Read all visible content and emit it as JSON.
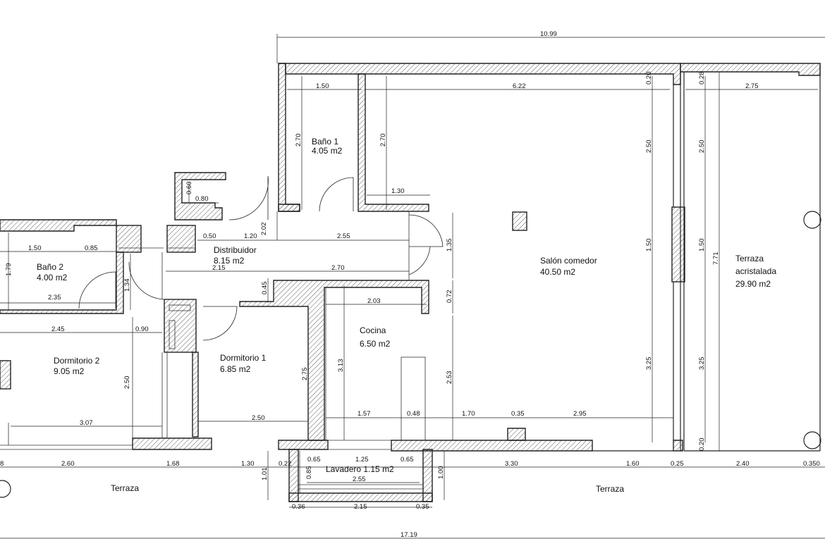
{
  "rooms": {
    "bano1": {
      "name": "Baño 1",
      "area": "4.05 m2"
    },
    "distribuidor": {
      "name": "Distribuidor",
      "area": "8.15 m2"
    },
    "salon": {
      "name": "Salón comedor",
      "area": "40.50 m2"
    },
    "terraza_acristalada": {
      "name": "Terraza",
      "name2": "acristalada",
      "area": "29.90 m2"
    },
    "bano2": {
      "name": "Baño 2",
      "area": "4.00 m2"
    },
    "dormitorio2": {
      "name": "Dormitorio 2",
      "area": "9.05 m2"
    },
    "dormitorio1": {
      "name": "Dormitorio 1",
      "area": "6.85 m2"
    },
    "cocina": {
      "name": "Cocina",
      "area": "6.50 m2"
    },
    "lavadero": {
      "name": "Lavadero 1.15 m2"
    },
    "terraza_left": {
      "name": "Terraza"
    },
    "terraza_right": {
      "name": "Terraza"
    }
  },
  "dims": {
    "total_top": "10.99",
    "total_bottom": "17.19",
    "d150a": "1.50",
    "d622": "6.22",
    "d020a": "0.20",
    "d028": "0.28",
    "d275": "2.75",
    "d270a": "2.70",
    "d270b": "2.70",
    "d250a": "2.50",
    "d250b": "2.50",
    "d130": "1.30",
    "d060": "0.60",
    "d080": "0.80",
    "d202": "2.02",
    "d050": "0.50",
    "d120": "1.20",
    "d255": "2.55",
    "d135": "1.35",
    "d150b": "1.50",
    "d150c": "1.50",
    "d771": "7.71",
    "d150d": "1.50",
    "d085": "0.85",
    "d179": "1.79",
    "d215": "2.15",
    "d270c": "2.70",
    "d134": "1.34",
    "d045": "0.45",
    "d235": "2.35",
    "d072": "0.72",
    "d203": "2.03",
    "d245": "2.45",
    "d090": "0.90",
    "d313": "3.13",
    "d253": "2.53",
    "d325a": "3.25",
    "d325b": "3.25",
    "d250c": "2.50",
    "d275b": "2.75",
    "d307": "3.07",
    "d250d": "2.50",
    "d157": "1.57",
    "d048": "0.48",
    "d170": "1.70",
    "d035a": "0.35",
    "d295": "2.95",
    "d020b": "0.20",
    "b8": "8",
    "b260": "2.60",
    "b168": "1.68",
    "b130": "1.30",
    "b022": "0.22",
    "b065a": "0.65",
    "b125": "1.25",
    "b065b": "0.65",
    "b330": "3.30",
    "b160": "1.60",
    "b025": "0.25",
    "b240": "2.40",
    "b0350": "0.350",
    "v101": "1.01",
    "v085": "0.85",
    "v100": "1.00",
    "b255": "2.55",
    "b036": "0.36",
    "b215": "2.15",
    "b035": "0.35"
  }
}
